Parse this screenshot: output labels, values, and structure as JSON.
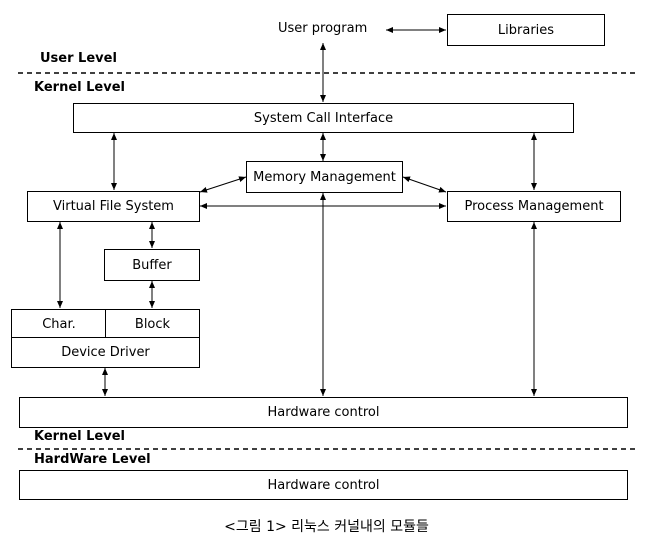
{
  "nodes": {
    "user_program": "User program",
    "libraries": "Libraries",
    "system_call_interface": "System Call Interface",
    "memory_management": "Memory Management",
    "virtual_file_system": "Virtual File System",
    "process_management": "Process Management",
    "buffer": "Buffer",
    "char": "Char.",
    "block": "Block",
    "device_driver": "Device Driver",
    "hardware_control_kernel": "Hardware control",
    "hardware_control_hw": "Hardware control"
  },
  "levels": {
    "user_level": "User Level",
    "kernel_level_top": "Kernel Level",
    "kernel_level_bottom": "Kernel Level",
    "hardware_level": "HardWare Level"
  },
  "caption": "<그림 1> 리눅스 커널내의 모듈들"
}
